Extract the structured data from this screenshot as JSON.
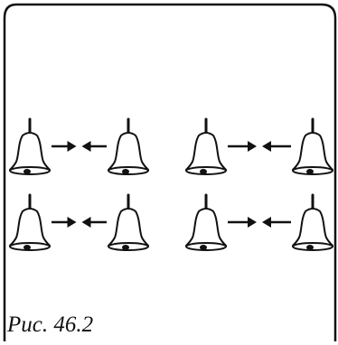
{
  "figure": {
    "caption": "Рис. 46.2",
    "rows": [
      {
        "pairs": [
          {
            "left_bell": "bell",
            "right_bell": "bell",
            "arrows": "pointing-toward-each-other"
          },
          {
            "left_bell": "bell",
            "right_bell": "bell",
            "arrows": "pointing-toward-each-other"
          }
        ]
      },
      {
        "pairs": [
          {
            "left_bell": "bell",
            "right_bell": "bell",
            "arrows": "pointing-toward-each-other"
          },
          {
            "left_bell": "bell",
            "right_bell": "bell",
            "arrows": "pointing-toward-each-other"
          }
        ]
      }
    ],
    "colors": {
      "ink": "#111111",
      "background": "#ffffff"
    }
  }
}
